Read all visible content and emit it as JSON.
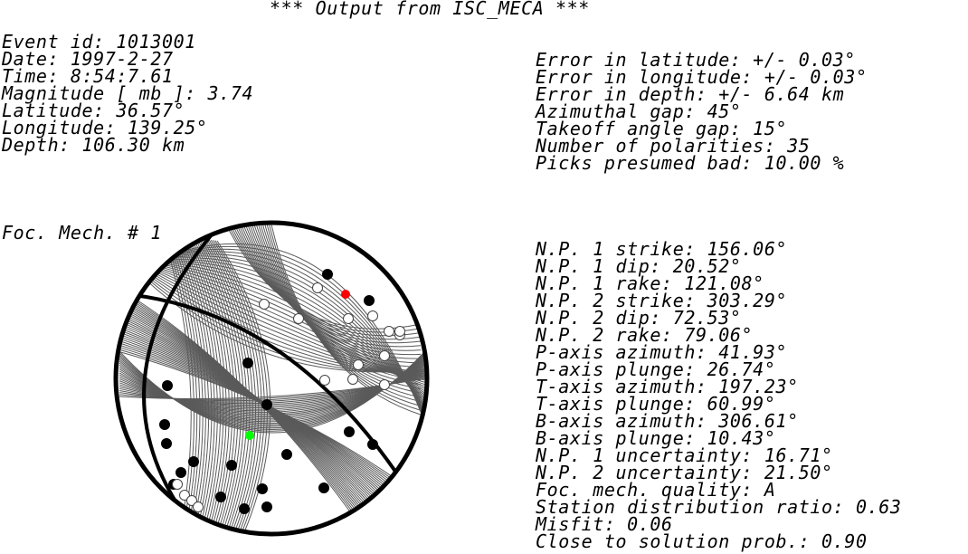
{
  "title": "*** Output from ISC_MECA ***",
  "event": [
    "Event id: 1013001",
    "Date: 1997-2-27",
    "Time: 8:54:7.61",
    "Magnitude [ mb ]: 3.74",
    "Latitude: 36.57°",
    "Longitude: 139.25°",
    "Depth: 106.30 km"
  ],
  "errors": [
    "Error in latitude: +/- 0.03°",
    "Error in longitude: +/- 0.03°",
    "Error in depth: +/- 6.64 km",
    "Azimuthal gap: 45°",
    "Takeoff angle gap: 15°",
    "Number of polarities: 35",
    "Picks presumed bad: 10.00 %"
  ],
  "mechanism_label": "Foc. Mech. # 1",
  "mechanism": [
    "N.P. 1 strike: 156.06°",
    "N.P. 1 dip: 20.52°",
    "N.P. 1 rake: 121.08°",
    "N.P. 2 strike: 303.29°",
    "N.P. 2 dip: 72.53°",
    "N.P. 2 rake: 79.06°",
    "P-axis azimuth: 41.93°",
    "P-axis plunge: 26.74°",
    "T-axis azimuth: 197.23°",
    "T-axis plunge: 60.99°",
    "B-axis azimuth: 306.61°",
    "B-axis plunge: 10.43°",
    "N.P. 1 uncertainty: 16.71°",
    "N.P. 2 uncertainty: 21.50°",
    "Foc. mech. quality: A",
    "Station distribution ratio: 0.63",
    "Misfit: 0.06",
    "Close to solution prob.: 0.90"
  ],
  "colors": {
    "compression": "#000000",
    "dilatation": "#ffffff",
    "p_axis": "#ff0000",
    "t_axis": "#00ff00",
    "uncertainty_planes": "#5a5a5a"
  }
}
